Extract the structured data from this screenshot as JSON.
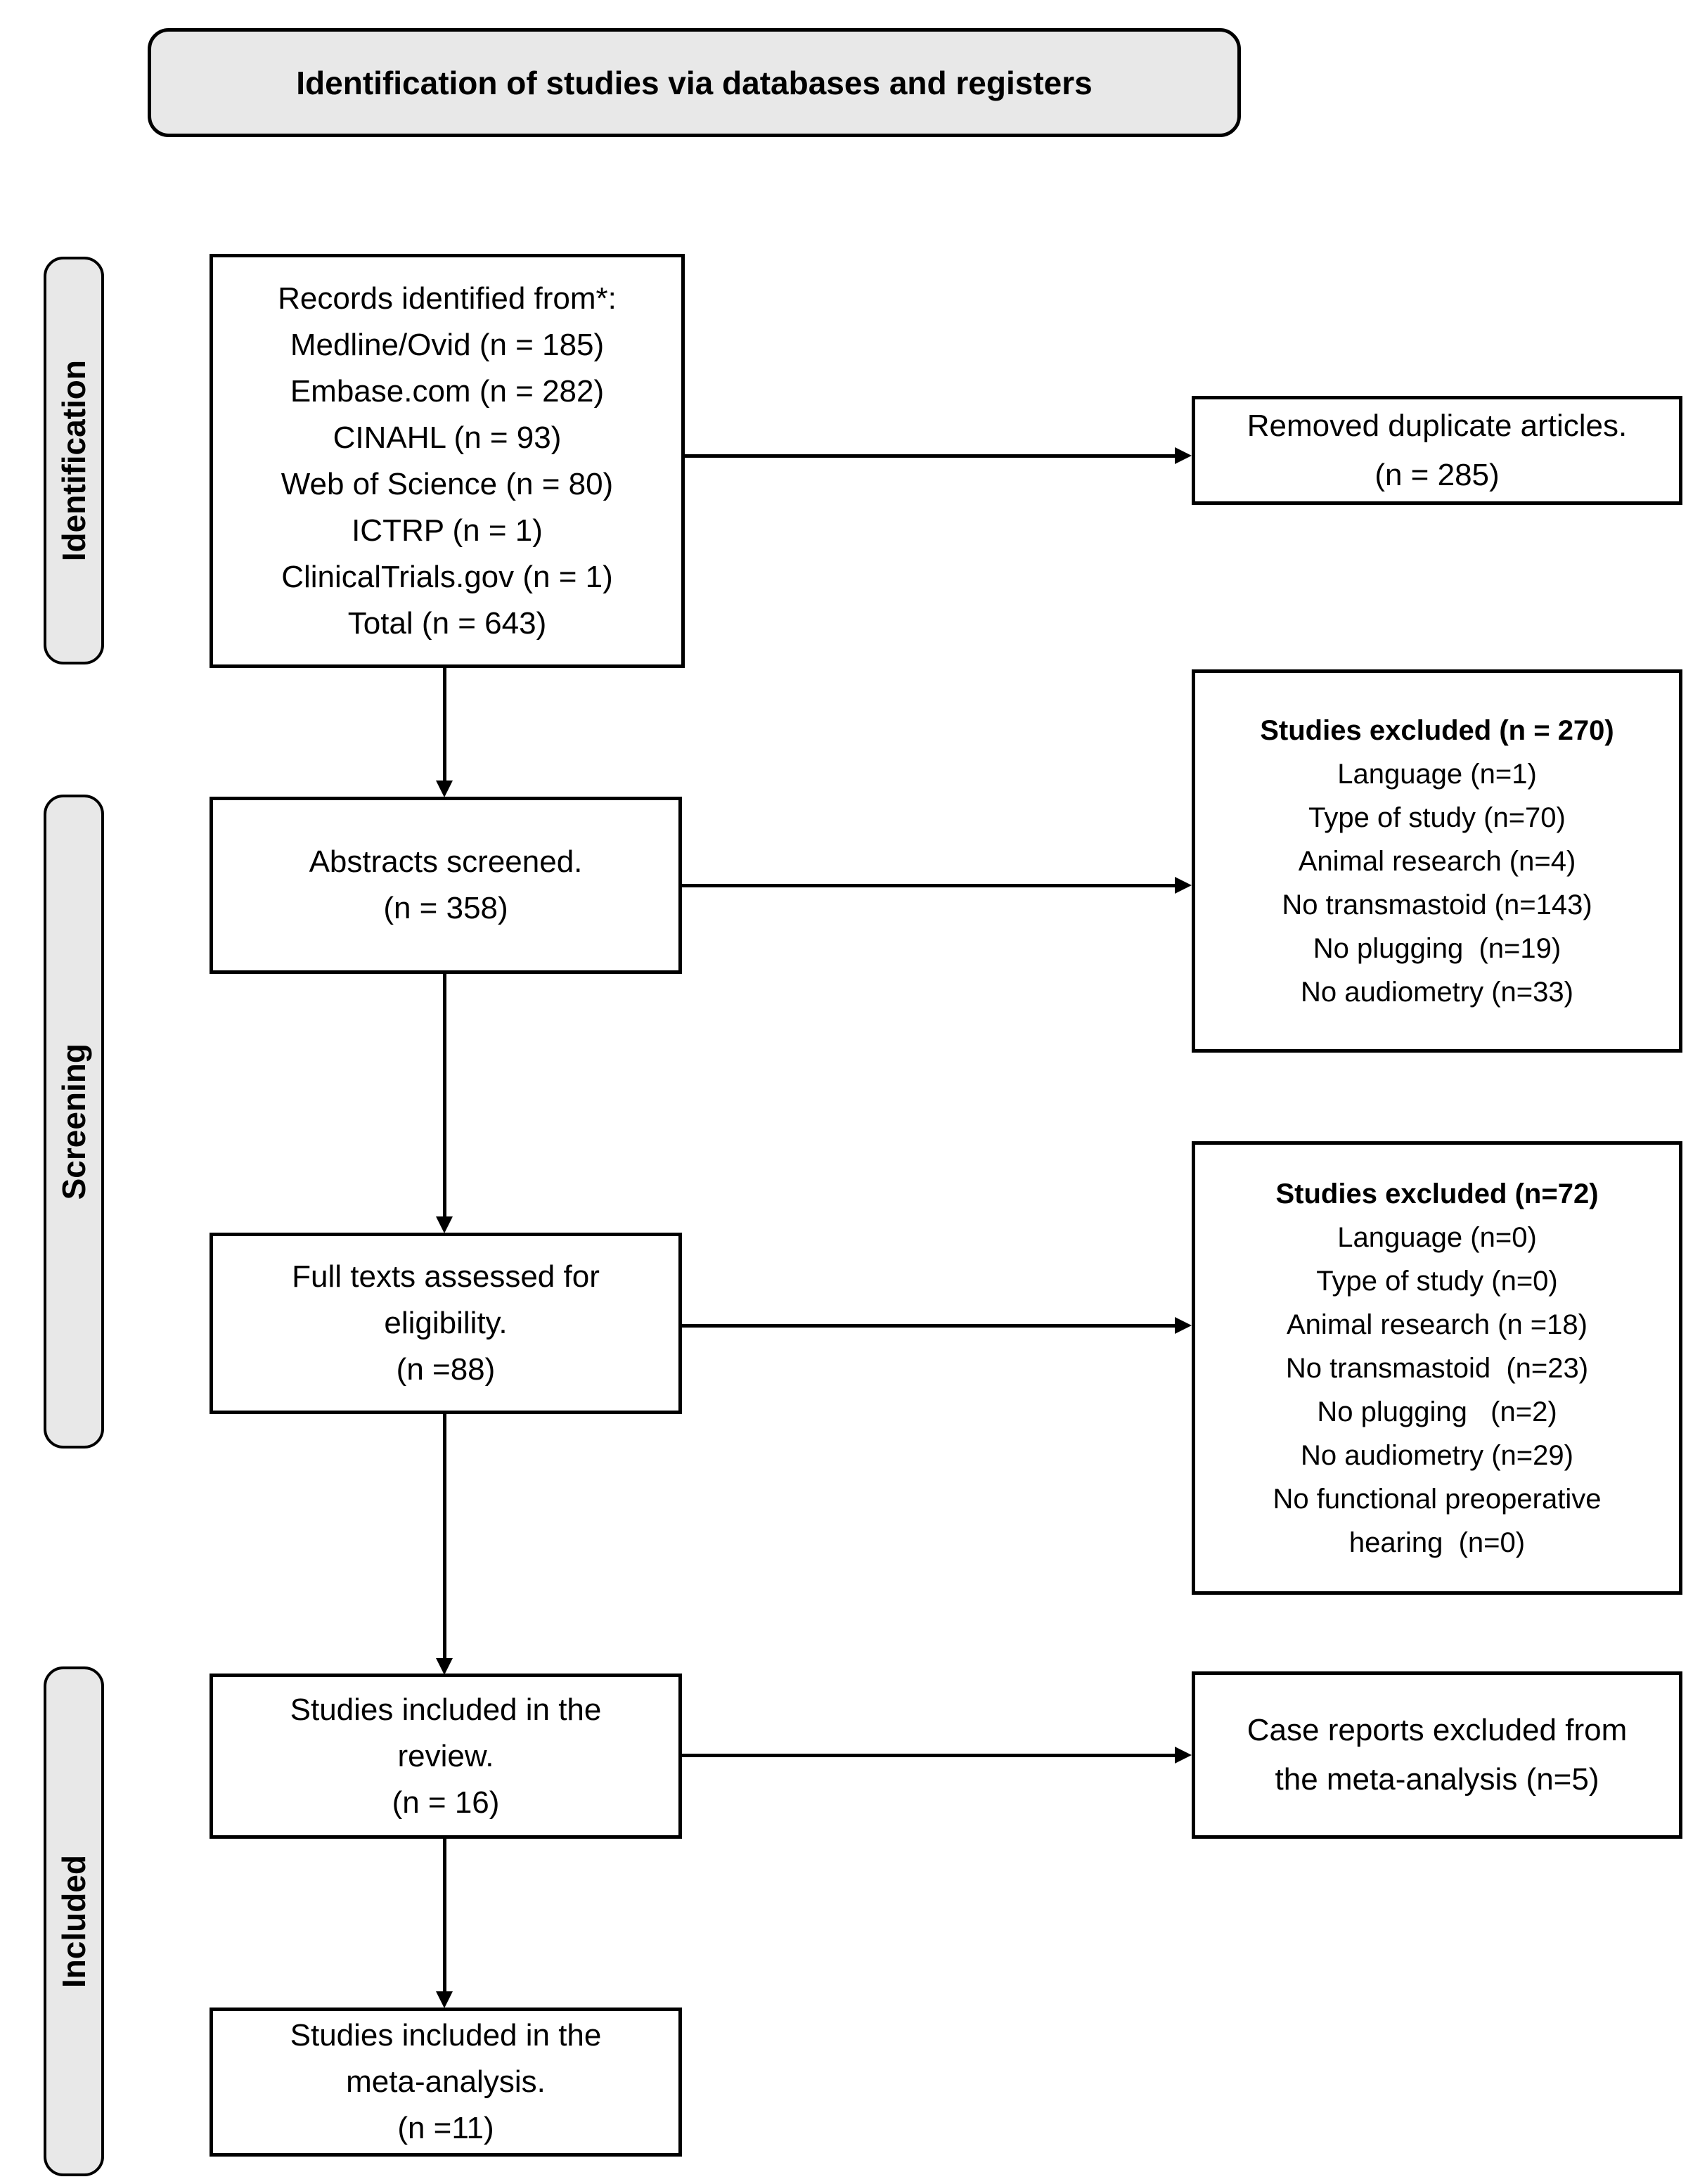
{
  "title": "Identification of studies via databases and registers",
  "stages": {
    "identification": "Identification",
    "screening": "Screening",
    "included": "Included"
  },
  "boxes": {
    "records": {
      "lines": [
        "Records identified from*:",
        "Medline/Ovid (n = 185)",
        "Embase.com (n = 282)",
        "CINAHL (n = 93)",
        "Web of Science (n = 80)",
        "ICTRP (n = 1)",
        "ClinicalTrials.gov (n = 1)",
        "Total (n = 643)"
      ]
    },
    "duplicates": {
      "lines": [
        "Removed duplicate articles.",
        "(n = 285)"
      ]
    },
    "abstracts": {
      "lines": [
        "Abstracts screened.",
        "(n = 358)"
      ]
    },
    "excluded_abstracts": {
      "heading": "Studies excluded (n = 270)",
      "items": [
        "Language (n=1)",
        "Type of study (n=70)",
        "Animal research (n=4)",
        "No transmastoid (n=143)",
        "No plugging  (n=19)",
        "No audiometry (n=33)"
      ]
    },
    "full_texts": {
      "lines": [
        "Full texts assessed for",
        "eligibility.",
        "(n =88)"
      ]
    },
    "excluded_full_texts": {
      "heading": "Studies excluded (n=72)",
      "items": [
        "Language (n=0)",
        "Type of study (n=0)",
        "Animal research (n =18)",
        "No transmastoid  (n=23)",
        "No plugging   (n=2)",
        "No audiometry (n=29)",
        "No functional preoperative",
        "hearing  (n=0)"
      ]
    },
    "review": {
      "lines": [
        "Studies included in the",
        "review.",
        "(n = 16)"
      ]
    },
    "case_reports": {
      "lines": [
        "Case reports excluded from",
        "the meta-analysis (n=5)"
      ]
    },
    "meta_analysis": {
      "lines": [
        "Studies included in the",
        "meta-analysis.",
        "(n =11)"
      ]
    }
  },
  "colors": {
    "background": "#ffffff",
    "stage_fill": "#e8e8e8",
    "box_fill": "#ffffff",
    "stroke": "#000000"
  }
}
